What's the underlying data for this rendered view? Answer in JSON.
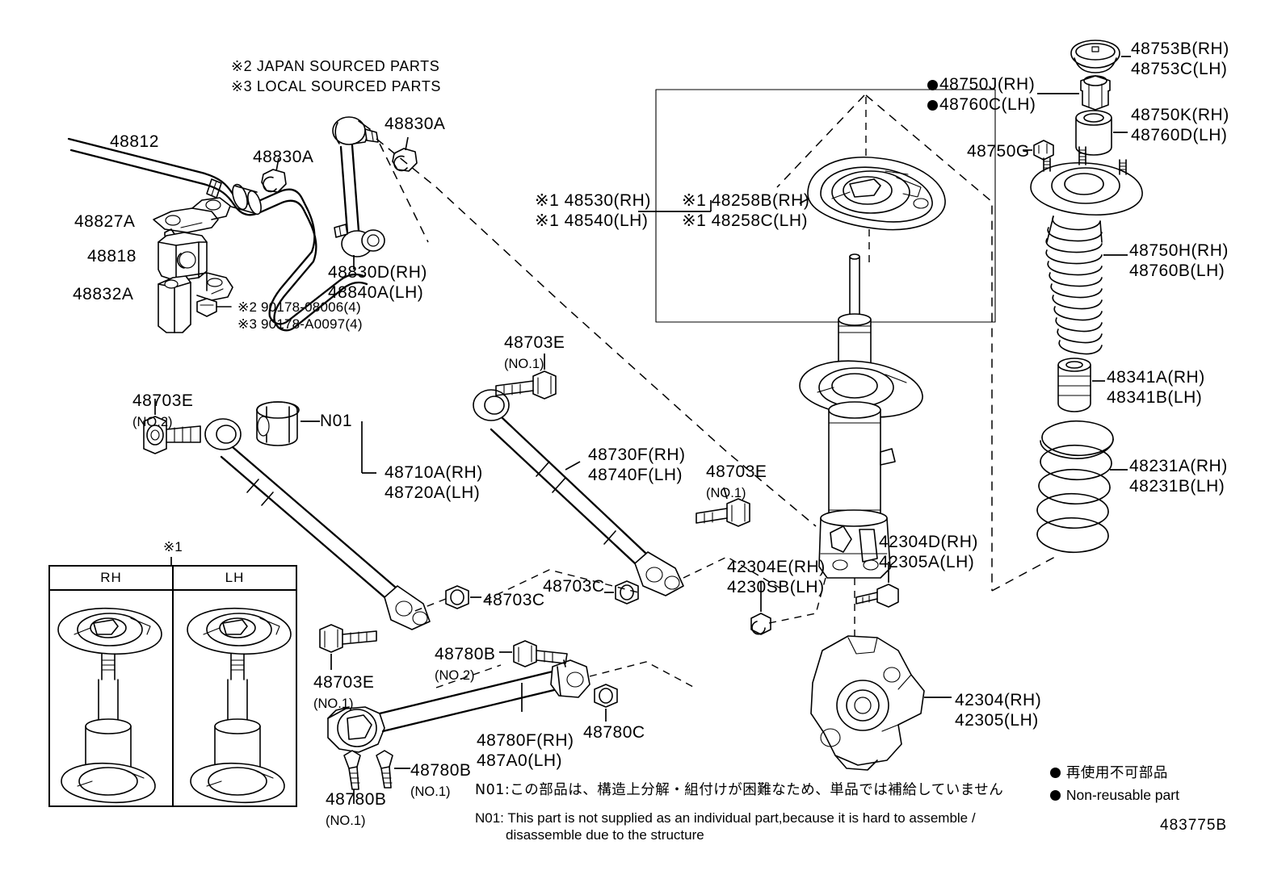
{
  "diagram": {
    "code": "483775B",
    "source_notes": [
      "※2 JAPAN SOURCED PARTS",
      "※3 LOCAL SOURCED PARTS"
    ],
    "legend": {
      "japanese": "再使用不可部品",
      "english": "Non-reusable part"
    },
    "footnotes": {
      "jp": "N01:この部品は、構造上分解・組付けが困難なため、単品では補給していません",
      "en_line1": "N01: This part is not supplied as an individual part,because it is hard to assemble /",
      "en_line2": "disassemble due to the structure"
    },
    "inset": {
      "marker": "※1",
      "col_rh": "RH",
      "col_lh": "LH"
    }
  },
  "labels": {
    "stabilizer_bar": "48812",
    "bush_bracket": "48827A",
    "bush": "48818",
    "bracket": "48832A",
    "link_nut_left": "48830A",
    "link_nut_right": "48830A",
    "link_rh": "48830D(RH)",
    "link_lh": "48840A(LH)",
    "screw_jp": "※2 90178-08006(4)",
    "screw_local": "※3 90178-A0097(4)",
    "dust_cover_rh": "※1 48530(RH)",
    "dust_cover_lh": "※1 48540(LH)",
    "insulator_rh": "※1 48258B(RH)",
    "insulator_lh": "※1 48258C(LH)",
    "cap_rh": "48753B(RH)",
    "cap_lh": "48753C(LH)",
    "nut_rh": "48750J(RH)",
    "nut_lh": "48760C(LH)",
    "collar_rh": "48750K(RH)",
    "collar_lh": "48760D(LH)",
    "nut_small": "48750G",
    "support_rh": "48750H(RH)",
    "support_lh": "48760B(LH)",
    "bumper_rh": "48341A(RH)",
    "bumper_lh": "48341B(LH)",
    "spring_rh": "48231A(RH)",
    "spring_lh": "48231B(LH)",
    "bolt_no2": "48703E",
    "bolt_no2_sub": "(NO.2)",
    "n01": "N01",
    "arm1_rh": "48710A(RH)",
    "arm1_lh": "48720A(LH)",
    "bolt_no1_top": "48703E",
    "bolt_no1_top_sub": "(NO.1)",
    "arm2_rh": "48730F(RH)",
    "arm2_lh": "48740F(LH)",
    "bolt_no1_mid": "48703E",
    "bolt_no1_mid_sub": "(NO.1)",
    "nut_left": "48703C",
    "nut_right": "48703C",
    "bolt_no1_low": "48703E",
    "bolt_no1_low_sub": "(NO.1)",
    "knuckle_bolt_rh": "42304D(RH)",
    "knuckle_bolt_lh": "42305A(LH)",
    "knuckle_nut_rh": "42304E(RH)",
    "knuckle_nut_lh": "4230SB(LH)",
    "bolt_780b_no2": "48780B",
    "bolt_780b_no2_sub": "(NO.2)",
    "arm3_rh": "48780F(RH)",
    "arm3_lh": "487A0(LH)",
    "nut_780c": "48780C",
    "bolt_780b_a": "48780B",
    "bolt_780b_a_sub": "(NO.1)",
    "bolt_780b_b": "48780B",
    "bolt_780b_b_sub": "(NO.1)",
    "knuckle_rh": "42304(RH)",
    "knuckle_lh": "42305(LH)"
  }
}
